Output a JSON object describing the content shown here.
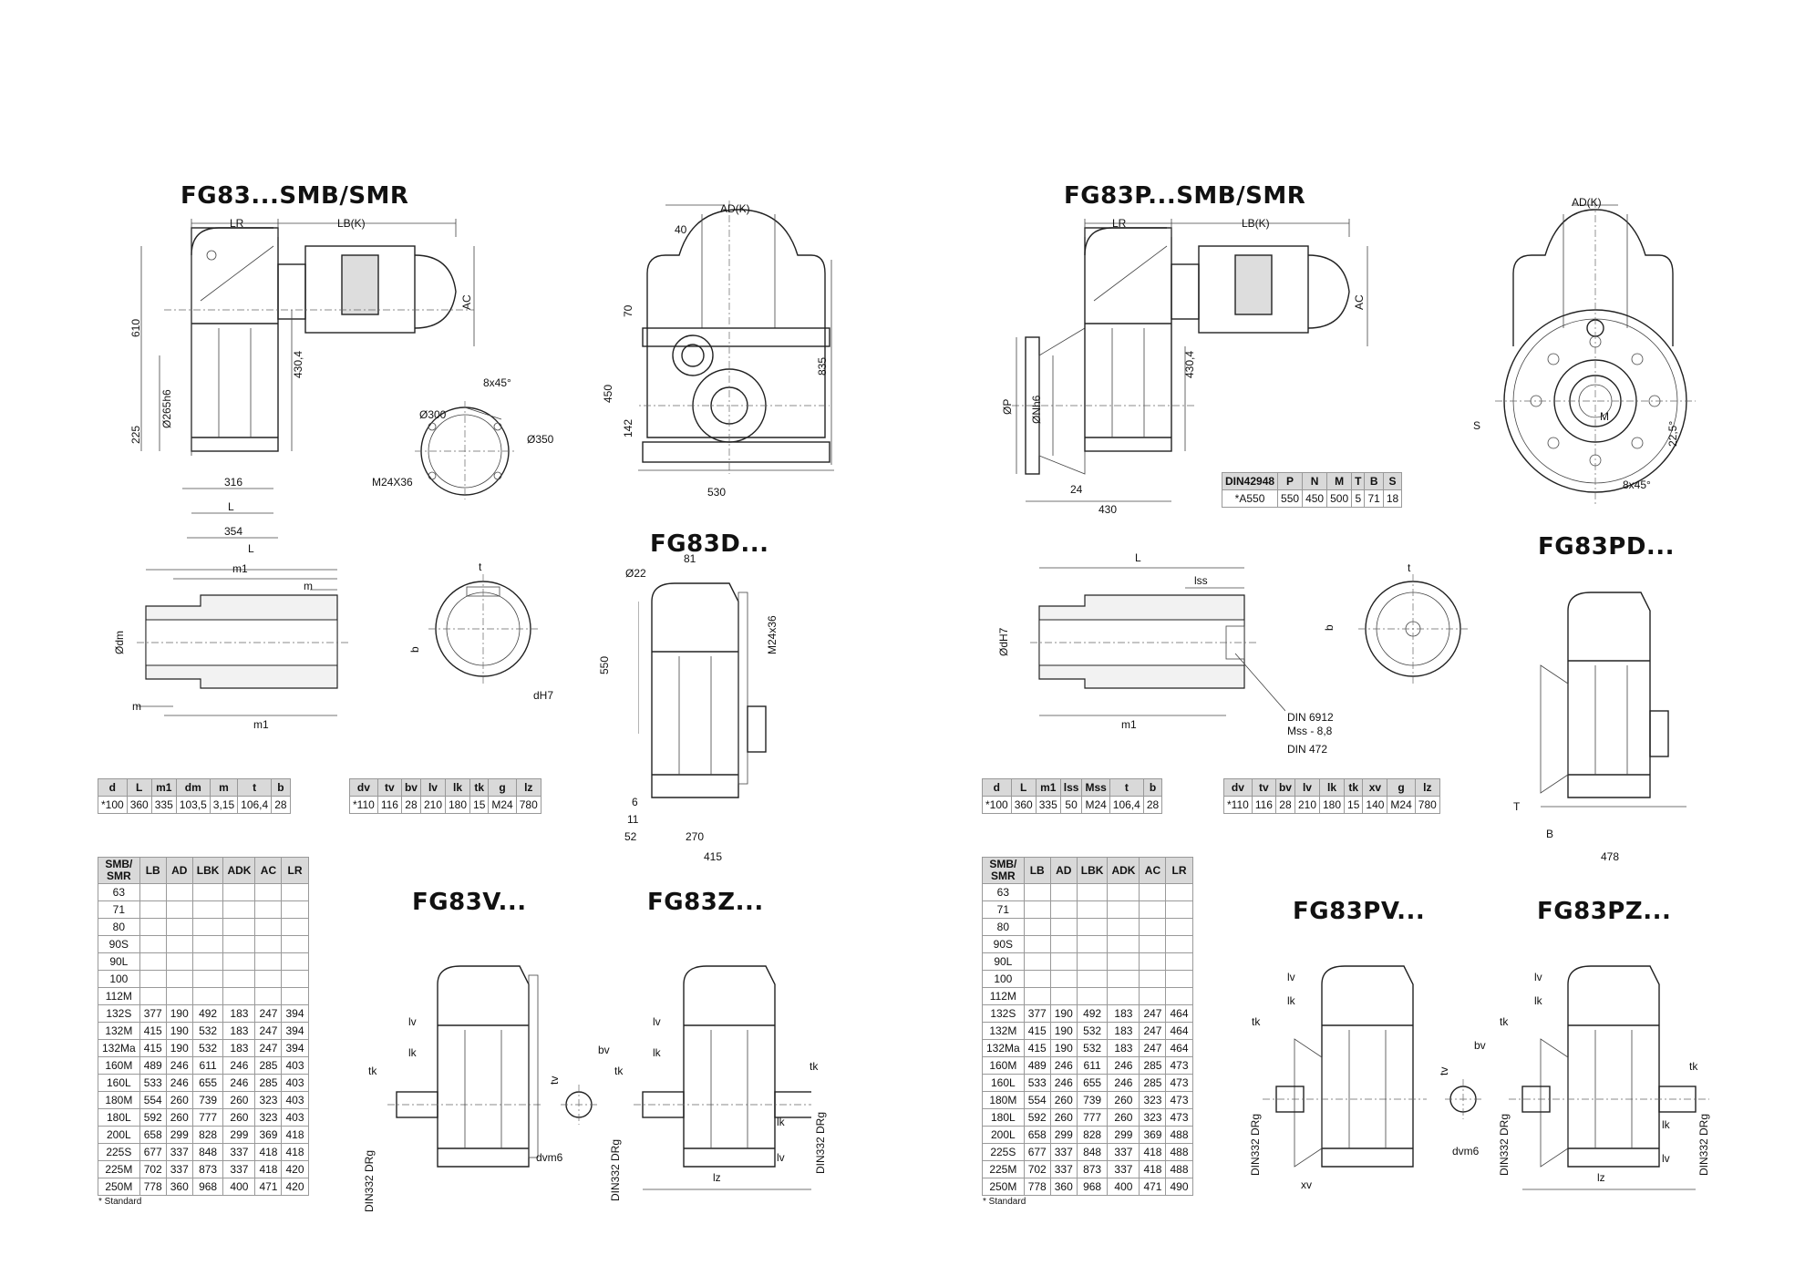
{
  "titles": {
    "l_main": "FG83...SMB/SMR",
    "l_d": "FG83D...",
    "l_v": "FG83V...",
    "l_z": "FG83Z...",
    "r_main": "FG83P...SMB/SMR",
    "r_pd": "FG83PD...",
    "r_pv": "FG83PV...",
    "r_pz": "FG83PZ..."
  },
  "dims_left": {
    "lr": "LR",
    "lbk": "LB(K)",
    "ac": "AC",
    "d610": "610",
    "d225": "225",
    "d265": "Ø265h6",
    "d430": "430,4",
    "d316": "316",
    "l": "L",
    "d354": "354",
    "d40": "40",
    "adk": "AD(K)",
    "d70": "70",
    "d450": "450",
    "d142": "142",
    "d835": "835",
    "d530": "530",
    "d8x45": "8x45°",
    "d300": "Ø300",
    "d350": "Ø350",
    "m24x36": "M24X36",
    "m1": "m1",
    "m": "m",
    "dm": "Ødm",
    "t": "t",
    "b": "b",
    "dh7": "dH7",
    "d22": "Ø22",
    "d81": "81",
    "d550": "550",
    "m24x36b": "M24x36",
    "d6": "6",
    "d11": "11",
    "d52": "52",
    "d270": "270",
    "d415": "415",
    "lv": "lv",
    "lk": "lk",
    "tk": "tk",
    "bv": "bv",
    "tv": "tv",
    "dvm6": "dvm6",
    "din332": "DIN332 DRg",
    "lz": "lz"
  },
  "dims_right": {
    "lr": "LR",
    "lbk": "LB(K)",
    "ac": "AC",
    "adk": "AD(K)",
    "dp": "ØP",
    "dn": "ØNh6",
    "d430": "430,4",
    "d24": "24",
    "d430b": "430",
    "s": "S",
    "m": "M",
    "d225": "22,5°",
    "d8x45": "8x45°",
    "l": "L",
    "lss": "lss",
    "dh7": "ØdH7",
    "m1": "m1",
    "t": "t",
    "b": "b",
    "din6912": "DIN 6912",
    "mss": "Mss - 8,8",
    "din472": "DIN 472",
    "tt": "T",
    "bb": "B",
    "d478": "478",
    "lv": "lv",
    "lk": "lk",
    "tk": "tk",
    "tv": "tv",
    "bv": "bv",
    "dvm6": "dvm6",
    "din332": "DIN332 DRg",
    "xv": "xv",
    "lz": "lz"
  },
  "flange_table": {
    "headers": [
      "DIN42948",
      "P",
      "N",
      "M",
      "T",
      "B",
      "S"
    ],
    "rows": [
      [
        "*A550",
        "550",
        "450",
        "500",
        "5",
        "71",
        "18"
      ]
    ]
  },
  "shaft_table_left": {
    "headers": [
      "d",
      "L",
      "m1",
      "dm",
      "m",
      "t",
      "b"
    ],
    "rows": [
      [
        "*100",
        "360",
        "335",
        "103,5",
        "3,15",
        "106,4",
        "28"
      ]
    ]
  },
  "shaft_table_right": {
    "headers": [
      "d",
      "L",
      "m1",
      "lss",
      "Mss",
      "t",
      "b"
    ],
    "rows": [
      [
        "*100",
        "360",
        "335",
        "50",
        "M24",
        "106,4",
        "28"
      ]
    ]
  },
  "solid_table_left": {
    "headers": [
      "dv",
      "tv",
      "bv",
      "lv",
      "lk",
      "tk",
      "g",
      "lz"
    ],
    "rows": [
      [
        "*110",
        "116",
        "28",
        "210",
        "180",
        "15",
        "M24",
        "780"
      ]
    ]
  },
  "solid_table_right": {
    "headers": [
      "dv",
      "tv",
      "bv",
      "lv",
      "lk",
      "tk",
      "xv",
      "g",
      "lz"
    ],
    "rows": [
      [
        "*110",
        "116",
        "28",
        "210",
        "180",
        "15",
        "140",
        "M24",
        "780"
      ]
    ]
  },
  "motor_table_left": {
    "headers": [
      "SMB/\nSMR",
      "LB",
      "AD",
      "LBK",
      "ADK",
      "AC",
      "LR"
    ],
    "rows": [
      [
        "63",
        "",
        "",
        "",
        "",
        "",
        ""
      ],
      [
        "71",
        "",
        "",
        "",
        "",
        "",
        ""
      ],
      [
        "80",
        "",
        "",
        "",
        "",
        "",
        ""
      ],
      [
        "90S",
        "",
        "",
        "",
        "",
        "",
        ""
      ],
      [
        "90L",
        "",
        "",
        "",
        "",
        "",
        ""
      ],
      [
        "100",
        "",
        "",
        "",
        "",
        "",
        ""
      ],
      [
        "112M",
        "",
        "",
        "",
        "",
        "",
        ""
      ],
      [
        "132S",
        "377",
        "190",
        "492",
        "183",
        "247",
        "394"
      ],
      [
        "132M",
        "415",
        "190",
        "532",
        "183",
        "247",
        "394"
      ],
      [
        "132Ma",
        "415",
        "190",
        "532",
        "183",
        "247",
        "394"
      ],
      [
        "160M",
        "489",
        "246",
        "611",
        "246",
        "285",
        "403"
      ],
      [
        "160L",
        "533",
        "246",
        "655",
        "246",
        "285",
        "403"
      ],
      [
        "180M",
        "554",
        "260",
        "739",
        "260",
        "323",
        "403"
      ],
      [
        "180L",
        "592",
        "260",
        "777",
        "260",
        "323",
        "403"
      ],
      [
        "200L",
        "658",
        "299",
        "828",
        "299",
        "369",
        "418"
      ],
      [
        "225S",
        "677",
        "337",
        "848",
        "337",
        "418",
        "418"
      ],
      [
        "225M",
        "702",
        "337",
        "873",
        "337",
        "418",
        "420"
      ],
      [
        "250M",
        "778",
        "360",
        "968",
        "400",
        "471",
        "420"
      ]
    ]
  },
  "motor_table_right": {
    "headers": [
      "SMB/\nSMR",
      "LB",
      "AD",
      "LBK",
      "ADK",
      "AC",
      "LR"
    ],
    "rows": [
      [
        "63",
        "",
        "",
        "",
        "",
        "",
        ""
      ],
      [
        "71",
        "",
        "",
        "",
        "",
        "",
        ""
      ],
      [
        "80",
        "",
        "",
        "",
        "",
        "",
        ""
      ],
      [
        "90S",
        "",
        "",
        "",
        "",
        "",
        ""
      ],
      [
        "90L",
        "",
        "",
        "",
        "",
        "",
        ""
      ],
      [
        "100",
        "",
        "",
        "",
        "",
        "",
        ""
      ],
      [
        "112M",
        "",
        "",
        "",
        "",
        "",
        ""
      ],
      [
        "132S",
        "377",
        "190",
        "492",
        "183",
        "247",
        "464"
      ],
      [
        "132M",
        "415",
        "190",
        "532",
        "183",
        "247",
        "464"
      ],
      [
        "132Ma",
        "415",
        "190",
        "532",
        "183",
        "247",
        "464"
      ],
      [
        "160M",
        "489",
        "246",
        "611",
        "246",
        "285",
        "473"
      ],
      [
        "160L",
        "533",
        "246",
        "655",
        "246",
        "285",
        "473"
      ],
      [
        "180M",
        "554",
        "260",
        "739",
        "260",
        "323",
        "473"
      ],
      [
        "180L",
        "592",
        "260",
        "777",
        "260",
        "323",
        "473"
      ],
      [
        "200L",
        "658",
        "299",
        "828",
        "299",
        "369",
        "488"
      ],
      [
        "225S",
        "677",
        "337",
        "848",
        "337",
        "418",
        "488"
      ],
      [
        "225M",
        "702",
        "337",
        "873",
        "337",
        "418",
        "488"
      ],
      [
        "250M",
        "778",
        "360",
        "968",
        "400",
        "471",
        "490"
      ]
    ]
  },
  "footnote": "* Standard"
}
